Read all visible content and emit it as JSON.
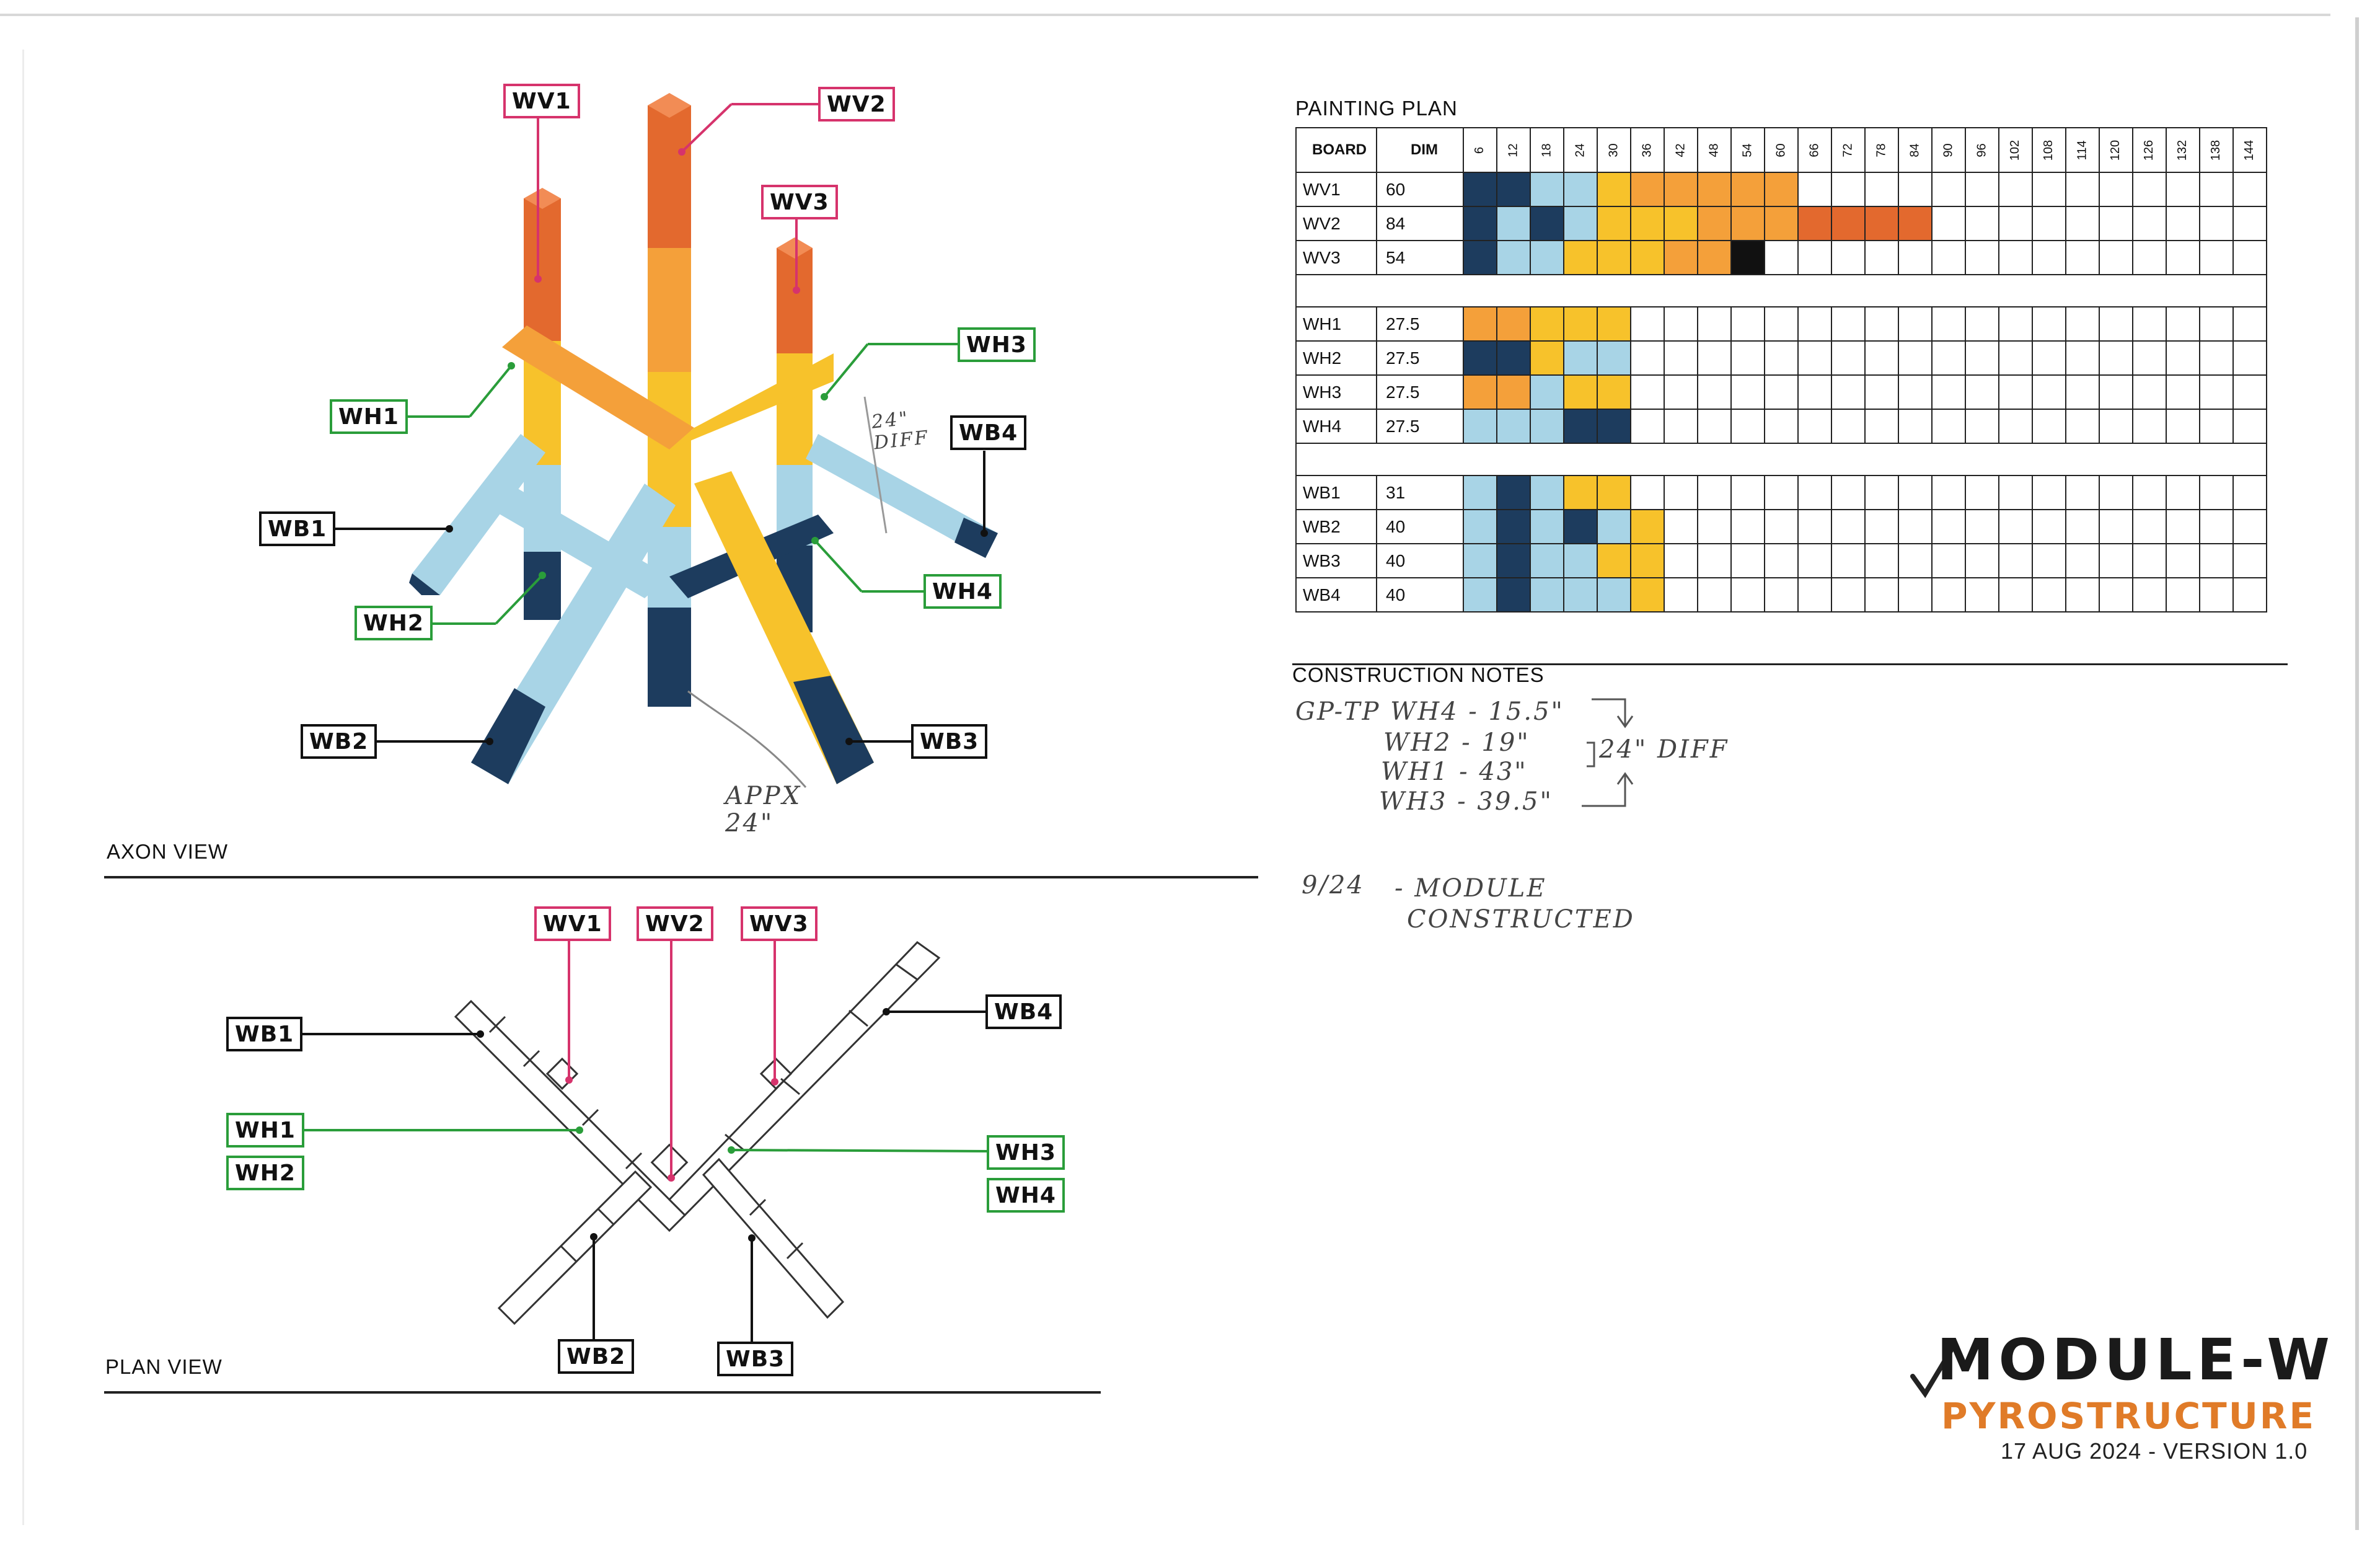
{
  "colors": {
    "navy": "#1d3c5e",
    "light_blue": "#a8d4e6",
    "yellow": "#f7c22b",
    "orange": "#f4a03a",
    "dark_orange": "#e3692e",
    "black": "#111111",
    "magenta": "#d6336c",
    "green": "#2a9d3a",
    "brand_orange": "#e07b28"
  },
  "labels": {
    "wv1": "WV1",
    "wv2": "WV2",
    "wv3": "WV3",
    "wh1": "WH1",
    "wh2": "WH2",
    "wh3": "WH3",
    "wh4": "WH4",
    "wb1": "WB1",
    "wb2": "WB2",
    "wb3": "WB3",
    "wb4": "WB4"
  },
  "axon": {
    "title": "AXON VIEW",
    "note_diff": "24\"\nDIFF",
    "note_appx": "APPX\n24\""
  },
  "plan": {
    "title": "PLAN VIEW"
  },
  "painting_plan": {
    "title": "PAINTING PLAN",
    "header_board": "BOARD",
    "header_dim": "DIM",
    "ticks": [
      "6",
      "12",
      "18",
      "24",
      "30",
      "36",
      "42",
      "48",
      "54",
      "60",
      "66",
      "72",
      "78",
      "84",
      "90",
      "96",
      "102",
      "108",
      "114",
      "120",
      "126",
      "132",
      "138",
      "144"
    ],
    "groups": [
      [
        {
          "board": "WV1",
          "dim": "60",
          "segments": [
            "navy",
            "navy",
            "light_blue",
            "light_blue",
            "yellow",
            "orange",
            "orange",
            "orange",
            "orange",
            "orange"
          ]
        },
        {
          "board": "WV2",
          "dim": "84",
          "segments": [
            "navy",
            "light_blue",
            "navy",
            "light_blue",
            "yellow",
            "yellow",
            "yellow",
            "orange",
            "orange",
            "orange",
            "dark_orange",
            "dark_orange",
            "dark_orange",
            "dark_orange"
          ]
        },
        {
          "board": "WV3",
          "dim": "54",
          "segments": [
            "navy",
            "light_blue",
            "light_blue",
            "yellow",
            "yellow",
            "yellow",
            "orange",
            "orange",
            "black"
          ]
        }
      ],
      [
        {
          "board": "WH1",
          "dim": "27.5",
          "segments": [
            "orange",
            "orange",
            "yellow",
            "yellow",
            "yellow"
          ]
        },
        {
          "board": "WH2",
          "dim": "27.5",
          "segments": [
            "navy",
            "navy",
            "yellow",
            "light_blue",
            "light_blue"
          ]
        },
        {
          "board": "WH3",
          "dim": "27.5",
          "segments": [
            "orange",
            "orange",
            "light_blue",
            "yellow",
            "yellow"
          ]
        },
        {
          "board": "WH4",
          "dim": "27.5",
          "segments": [
            "light_blue",
            "light_blue",
            "light_blue",
            "navy",
            "navy"
          ]
        }
      ],
      [
        {
          "board": "WB1",
          "dim": "31",
          "segments": [
            "light_blue",
            "navy",
            "light_blue",
            "yellow",
            "yellow"
          ]
        },
        {
          "board": "WB2",
          "dim": "40",
          "segments": [
            "light_blue",
            "navy",
            "light_blue",
            "navy",
            "light_blue",
            "yellow"
          ]
        },
        {
          "board": "WB3",
          "dim": "40",
          "segments": [
            "light_blue",
            "navy",
            "light_blue",
            "light_blue",
            "yellow",
            "yellow"
          ]
        },
        {
          "board": "WB4",
          "dim": "40",
          "segments": [
            "light_blue",
            "navy",
            "light_blue",
            "light_blue",
            "light_blue",
            "yellow"
          ]
        }
      ]
    ]
  },
  "construction_notes": {
    "title": "CONSTRUCTION NOTES",
    "lines": [
      "GP-TP WH4 - 15.5\"",
      "WH2 - 19\"",
      "WH1 - 43\"",
      "WH3 - 39.5\""
    ],
    "bracket_note": "24\" DIFF",
    "date_note": "9/24",
    "module_note": "- MODULE",
    "module_note2": "CONSTRUCTED"
  },
  "title_block": {
    "title": "MODULE-W",
    "subtitle": "PYROSTRUCTURE",
    "date_version": "17 AUG 2024 - VERSION 1.0"
  }
}
